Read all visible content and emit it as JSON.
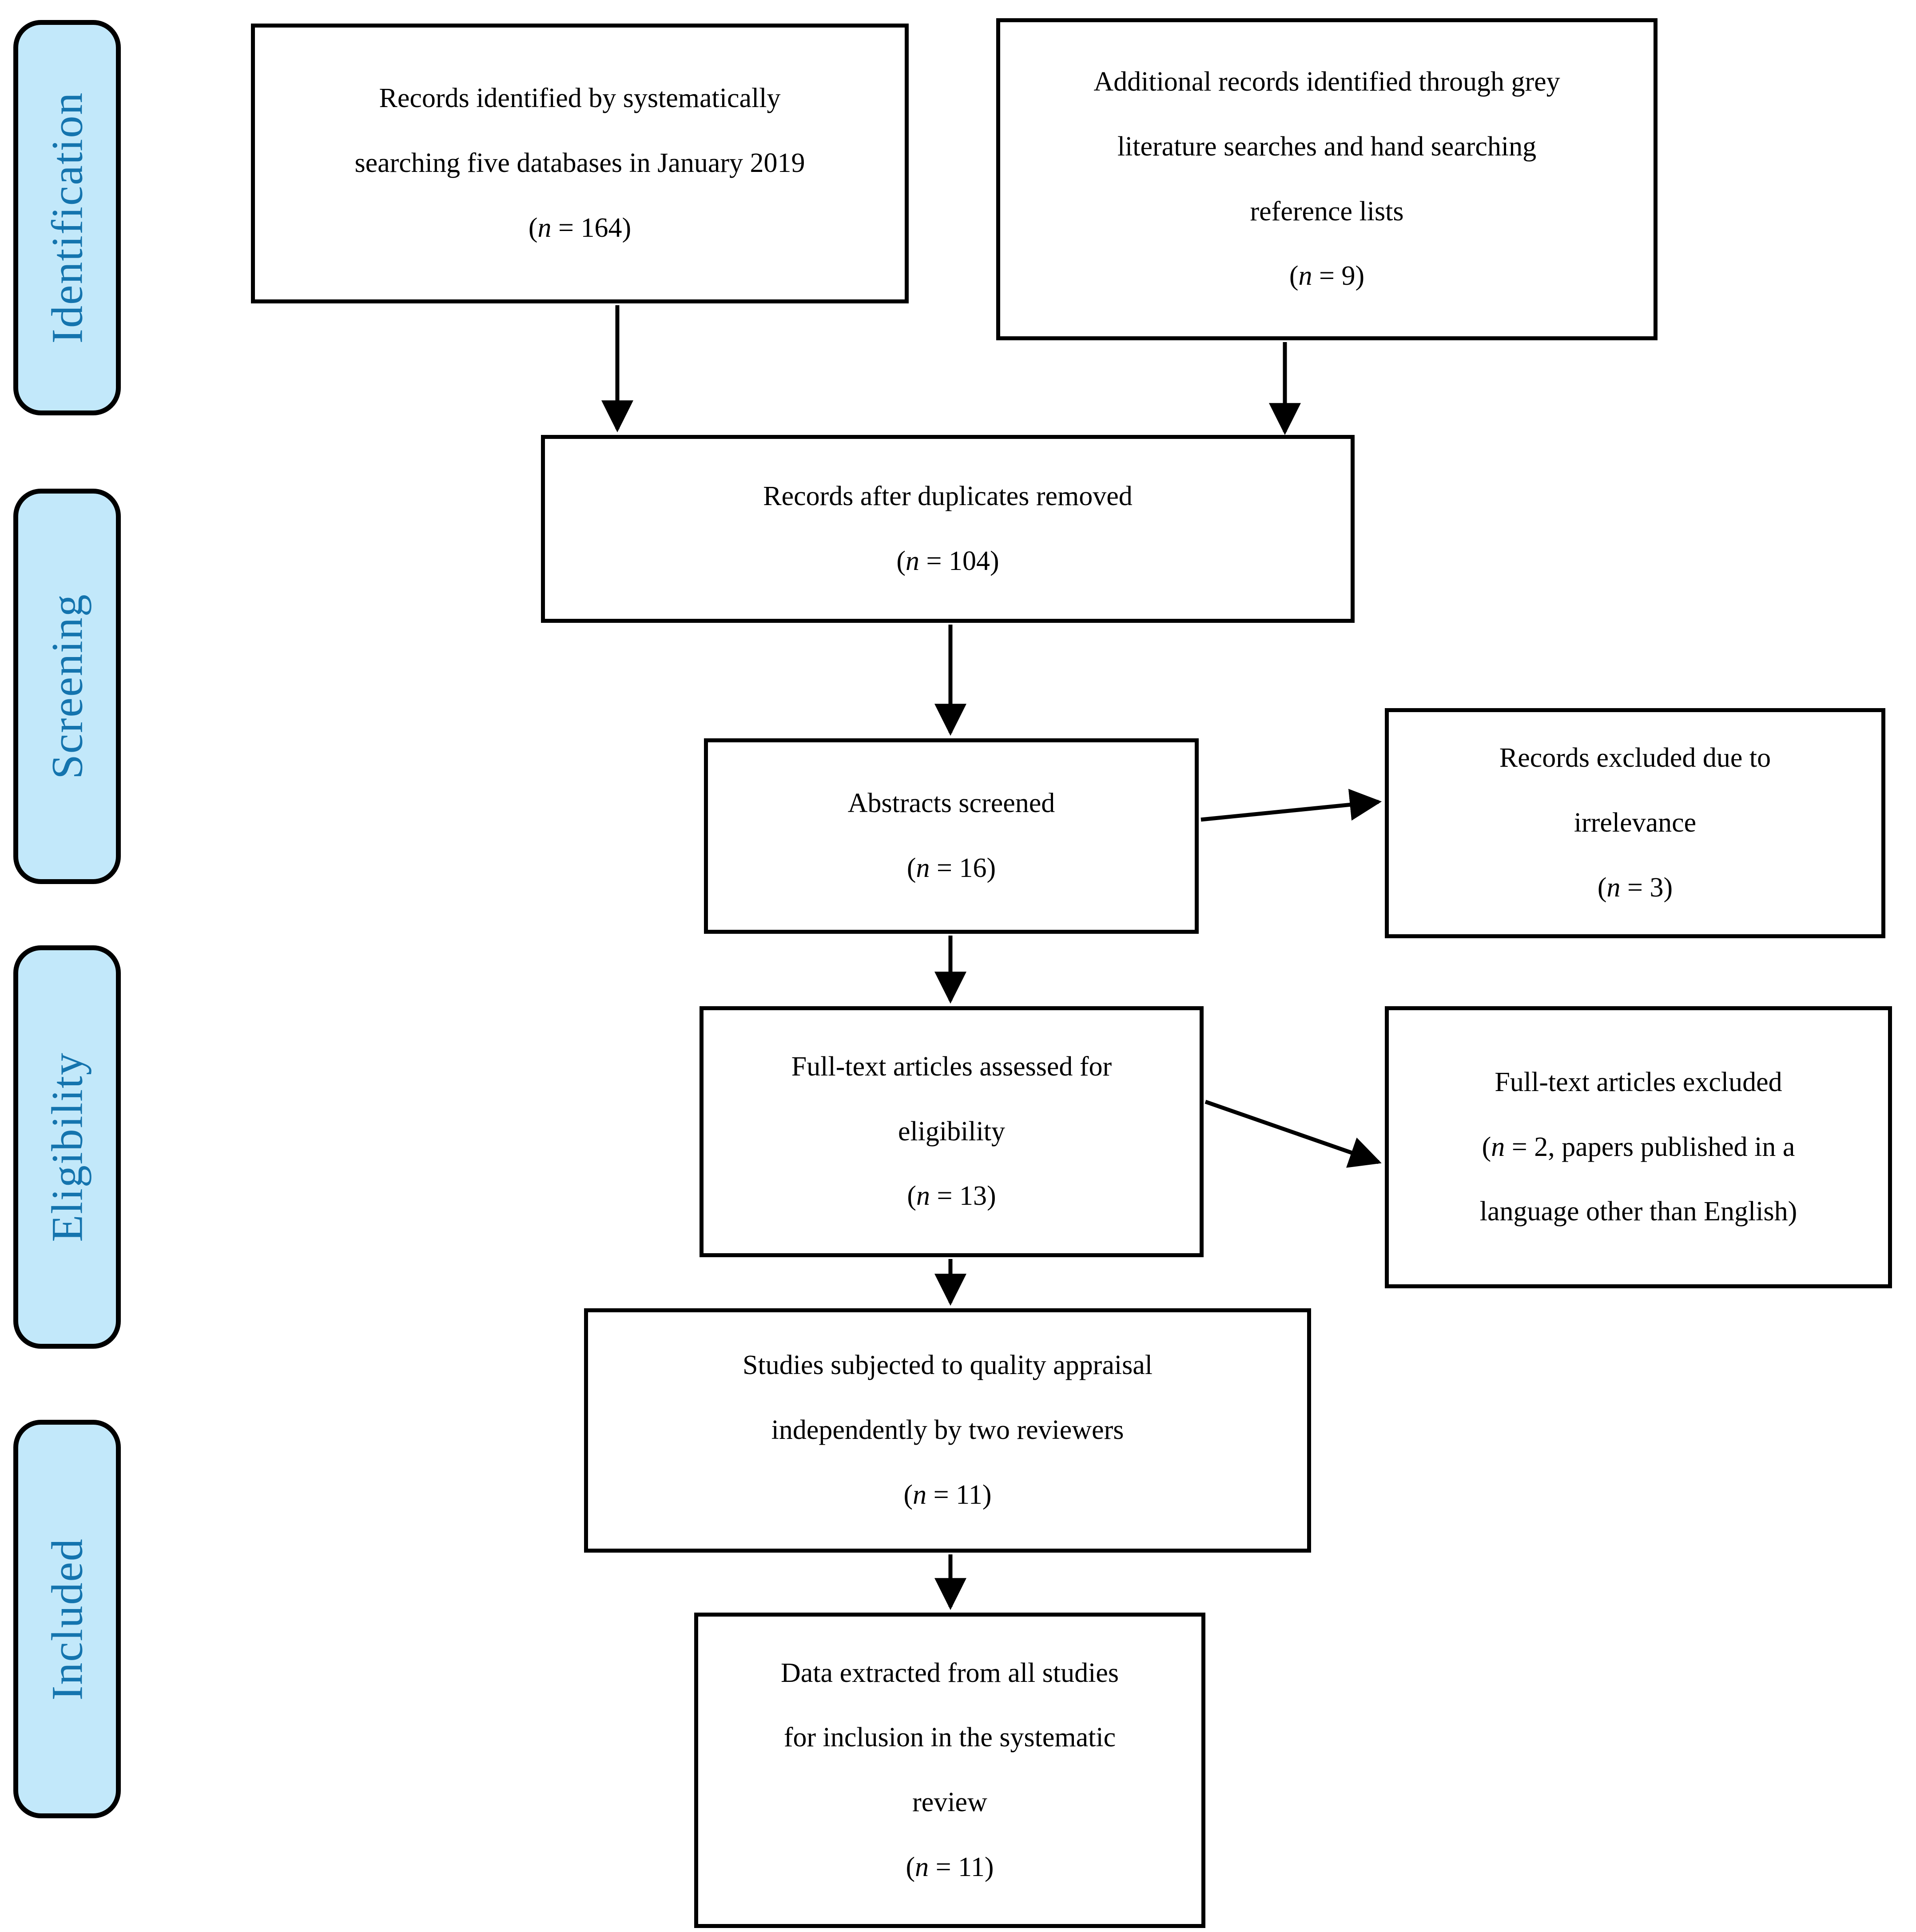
{
  "figure": {
    "type": "prisma-flow-diagram",
    "background_color": "#FFFFFF",
    "stage_fill_color": "#C2E8FA",
    "stage_text_color": "#1474AE",
    "box_border_color": "#000000",
    "arrow_color": "#000000"
  },
  "sidebar": {
    "stages": [
      {
        "label": "Identification"
      },
      {
        "label": "Screening"
      },
      {
        "label": "Eligibility"
      },
      {
        "label": "Included"
      }
    ]
  },
  "flowchart": {
    "boxes": [
      {
        "id": "records-identified",
        "lines": [
          "Records identified by systematically",
          "searching five databases in January 2019",
          "(n = 164)"
        ]
      },
      {
        "id": "additional-records",
        "lines": [
          "Additional records identified through grey",
          "literature searches and hand searching",
          "reference lists",
          "(n = 9)"
        ]
      },
      {
        "id": "duplicates-removed",
        "lines": [
          "Records after duplicates removed",
          "(n = 104)"
        ]
      },
      {
        "id": "abstracts-screened",
        "lines": [
          "Abstracts screened",
          "(n = 16)"
        ]
      },
      {
        "id": "records-excluded",
        "lines": [
          "Records excluded due to",
          "irrelevance",
          "(n = 3)"
        ]
      },
      {
        "id": "fulltext-assessed",
        "lines": [
          "Full-text articles assessed for",
          "eligibility",
          "(n = 13)"
        ]
      },
      {
        "id": "fulltext-excluded",
        "lines": [
          "Full-text articles excluded",
          "(n = 2, papers published in a",
          "language other than English)"
        ]
      },
      {
        "id": "quality-appraisal",
        "lines": [
          "Studies subjected to quality appraisal",
          "independently by two reviewers",
          "(n = 11)"
        ]
      },
      {
        "id": "data-extracted",
        "lines": [
          "Data extracted from all studies",
          "for inclusion in the systematic",
          "review",
          "(n = 11)"
        ]
      }
    ],
    "connections": [
      {
        "from": "records-identified",
        "to": "duplicates-removed"
      },
      {
        "from": "additional-records",
        "to": "duplicates-removed"
      },
      {
        "from": "duplicates-removed",
        "to": "abstracts-screened"
      },
      {
        "from": "abstracts-screened",
        "to": "records-excluded"
      },
      {
        "from": "abstracts-screened",
        "to": "fulltext-assessed"
      },
      {
        "from": "fulltext-assessed",
        "to": "fulltext-excluded"
      },
      {
        "from": "fulltext-assessed",
        "to": "quality-appraisal"
      },
      {
        "from": "quality-appraisal",
        "to": "data-extracted"
      }
    ]
  }
}
